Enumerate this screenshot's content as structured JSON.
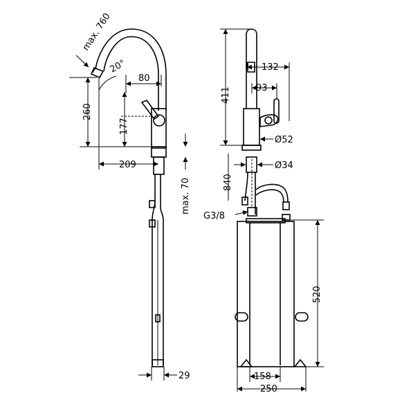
{
  "side_view": {
    "max_reach": "max. 760",
    "angle": "20°",
    "spout_offset": "80",
    "spout_height": "260",
    "lever_height": "177",
    "projection": "209",
    "max_pullout": "max. 70",
    "hose_width": "29"
  },
  "front_view": {
    "total_height": "411",
    "head_width": "132",
    "lever_offset": "93",
    "body_diameter": "Ø52",
    "shank_diameter": "Ø34",
    "hose_length": "840",
    "thread": "G3/8",
    "box_height": "520",
    "box_inner_width": "158",
    "box_outer_width": "250"
  }
}
